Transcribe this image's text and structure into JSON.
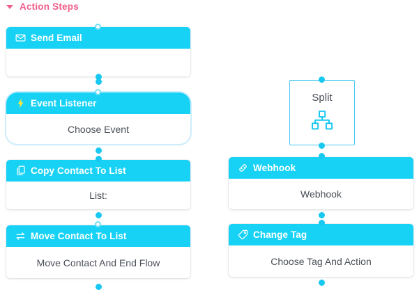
{
  "section": {
    "title": "Action Steps",
    "caret_icon": "caret-down-icon"
  },
  "colors": {
    "accent_cyan": "#18d2f5",
    "section_pink": "#f25d8a",
    "connector": "#18c8f0",
    "glow_outline": "#cdeefb",
    "body_text": "#4a4f57"
  },
  "nodes": {
    "send_email": {
      "icon": "envelope-icon",
      "title": "Send Email",
      "body": ""
    },
    "event_listener": {
      "icon": "lightning-bolt-icon",
      "title": "Event Listener",
      "body": "Choose Event"
    },
    "copy_contact_to_list": {
      "icon": "copy-icon",
      "title": "Copy Contact To List",
      "body": "List:"
    },
    "move_contact_to_list": {
      "icon": "exchange-arrows-icon",
      "title": "Move Contact To List",
      "body": "Move Contact And End Flow"
    },
    "split": {
      "label": "Split",
      "icon": "sitemap-icon"
    },
    "webhook": {
      "icon": "link-chain-icon",
      "title": "Webhook",
      "body": "Webhook"
    },
    "change_tag": {
      "icon": "tag-icon",
      "title": "Change Tag",
      "body": "Choose Tag And Action"
    }
  }
}
